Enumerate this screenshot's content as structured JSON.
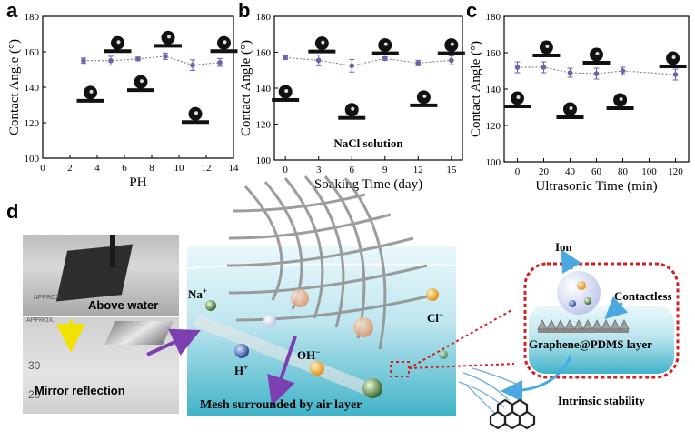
{
  "panels": {
    "a": {
      "letter": "a"
    },
    "b": {
      "letter": "b"
    },
    "c": {
      "letter": "c"
    },
    "d": {
      "letter": "d"
    }
  },
  "chart_data": [
    {
      "type": "line",
      "panel": "a",
      "xlabel": "PH",
      "ylabel": "Contact Angle (°)",
      "xlim": [
        0,
        14
      ],
      "ylim": [
        100,
        180
      ],
      "xticks": [
        0,
        2,
        4,
        6,
        8,
        10,
        12,
        14
      ],
      "yticks": [
        100,
        120,
        140,
        160,
        180
      ],
      "x": [
        3,
        5,
        7,
        9,
        11,
        13
      ],
      "y": [
        155,
        155,
        156,
        157.5,
        152.5,
        154
      ],
      "err": [
        1.5,
        2.5,
        1,
        1.8,
        3,
        2.2
      ],
      "annotation": ""
    },
    {
      "type": "line",
      "panel": "b",
      "xlabel": "Soaking Time (day)",
      "ylabel": "Contact Angle (°)",
      "xlim": [
        -1,
        16
      ],
      "ylim": [
        100,
        180
      ],
      "xticks": [
        0,
        3,
        6,
        9,
        12,
        15
      ],
      "yticks": [
        100,
        120,
        140,
        160,
        180
      ],
      "x": [
        0,
        3,
        6,
        9,
        12,
        15
      ],
      "y": [
        157,
        155.5,
        152.5,
        156.5,
        154,
        155.5
      ],
      "err": [
        1,
        3,
        3.5,
        1,
        1.5,
        2.5
      ],
      "annotation": "NaCl solution"
    },
    {
      "type": "line",
      "panel": "c",
      "xlabel": "Ultrasonic Time (min)",
      "ylabel": "Contact Angle (°)",
      "xlim": [
        -10,
        130
      ],
      "ylim": [
        100,
        180
      ],
      "xticks": [
        0,
        20,
        40,
        60,
        80,
        100,
        120
      ],
      "yticks": [
        100,
        120,
        140,
        160,
        180
      ],
      "x": [
        0,
        20,
        40,
        60,
        80,
        120
      ],
      "y": [
        152,
        152,
        149,
        148.5,
        150,
        148
      ],
      "err": [
        3,
        3,
        2.5,
        3,
        2,
        3
      ],
      "annotation": ""
    }
  ],
  "schematic": {
    "photo_top_label": "Above water",
    "photo_bottom_label": "Mirror reflection",
    "label_na": "Na",
    "label_na_sup": "+",
    "label_h": "H",
    "label_h_sup": "+",
    "label_oh": "OH",
    "label_oh_sup": "−",
    "label_cl": "Cl",
    "label_cl_sup": "−",
    "caption_mesh": "Mesh surrounded by air layer",
    "label_ion": "Ion",
    "label_contactless": "Contactless",
    "label_layer": "Graphene@PDMS layer",
    "label_stability": "Intrinsic stability",
    "beaker_mark_top": "APPROX.",
    "beaker_mark_bottom": "APPROX.",
    "beaker_30": "30",
    "beaker_20": "20"
  },
  "colors": {
    "marker": "#6a63b0",
    "line": "#777777",
    "arrow_purple": "#7b3fb0",
    "arrow_yellow": "#f2e200",
    "dotted_red": "#d21f1f",
    "arrow_blue": "#4aa9e0"
  }
}
